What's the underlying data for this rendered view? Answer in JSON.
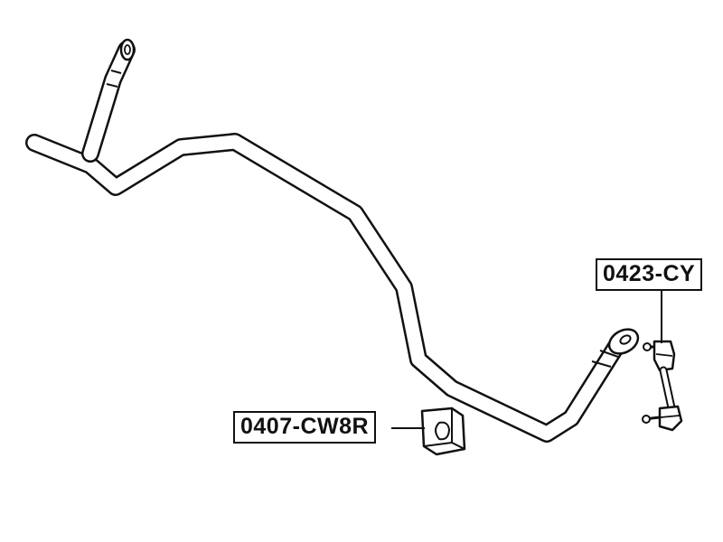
{
  "parts": [
    {
      "id": "stabilizer-link",
      "part_number": "0423-CY"
    },
    {
      "id": "stabilizer-bushing",
      "part_number": "0407-CW8R"
    }
  ],
  "colors": {
    "line": "#111111",
    "background": "#ffffff"
  }
}
